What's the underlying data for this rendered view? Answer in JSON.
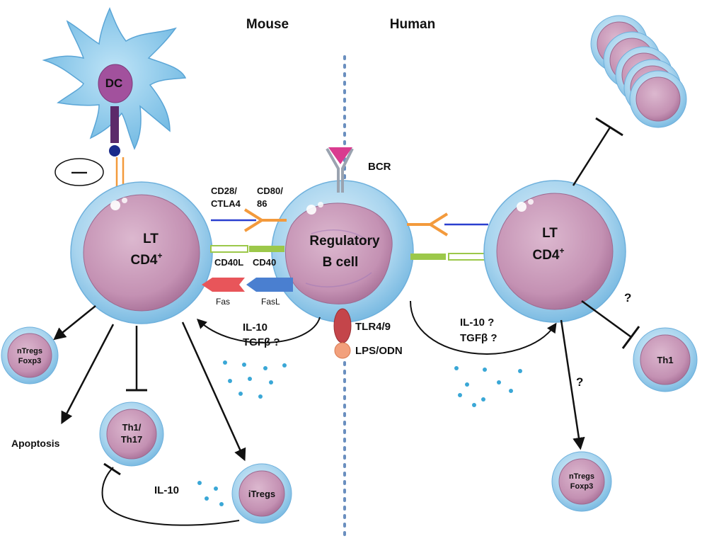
{
  "sections": {
    "mouse": "Mouse",
    "human": "Human"
  },
  "cells": {
    "dc": "DC",
    "lt_left": {
      "line1": "LT",
      "line2": "CD4",
      "sup": "+"
    },
    "lt_right": {
      "line1": "LT",
      "line2": "CD4",
      "sup": "+"
    },
    "breg": {
      "line1": "Regulatory",
      "line2": "B cell"
    },
    "ntregs_left": {
      "line1": "nTregs",
      "line2": "Foxp3"
    },
    "th1_th17": {
      "line1": "Th1/",
      "line2": "Th17"
    },
    "itregs": "iTregs",
    "th1_right": "Th1",
    "ntregs_right": {
      "line1": "nTregs",
      "line2": "Foxp3"
    }
  },
  "labels": {
    "bcr": "BCR",
    "cd28": {
      "line1": "CD28/",
      "line2": "CTLA4"
    },
    "cd80": {
      "line1": "CD80/",
      "line2": "86"
    },
    "cd40l": "CD40L",
    "cd40": "CD40",
    "fas": "Fas",
    "fasl": "FasL",
    "tlr": "TLR4/9",
    "lps": "LPS/ODN",
    "il10_left": "IL-10",
    "tgfb_left": "TGFβ ?",
    "il10_right": "IL-10 ?",
    "tgfb_right": "TGFβ ?",
    "il10_bottom": "IL-10",
    "apoptosis": "Apoptosis",
    "minus": "—",
    "q_th1": "?",
    "q_ntregs": "?"
  },
  "colors": {
    "cell_outer": "#a8d4ee",
    "cell_inner": "#c99ab8",
    "orange": "#f39a3c",
    "green": "#9cc84a",
    "red": "#e8555a",
    "blue": "#4a7fd0",
    "dots": "#3aa7d6",
    "tlr": "#c4454a",
    "lps": "#f2a07c",
    "bcr": "#d93b8f"
  }
}
